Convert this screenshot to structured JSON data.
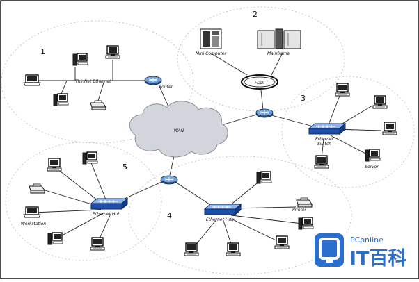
{
  "groups": [
    "1",
    "2",
    "3",
    "4",
    "5"
  ],
  "labels": {
    "thinnet": "ThinNet Ethernet",
    "router": "Router",
    "mini_computer": "Mini Computer",
    "mainframe": "Mainframe",
    "fddi": "FDDI",
    "wan": "WAN",
    "ethernet_switch_1": "Ethernet",
    "ethernet_switch_2": "Switch",
    "server": "Server",
    "ethernet_hub_left": "Ethernet Hub",
    "ethernet_hub_right": "Ethernet Hub",
    "workstation": "Workstation",
    "printer": "Printer"
  },
  "watermark": {
    "brand_small": "PConline",
    "brand_large": "IT百科"
  },
  "colors": {
    "accent_blue": "#1e5fb5",
    "router_blue": "#5b8fd6",
    "watermark_blue": "#2a6fce",
    "dashed_circle": "#c8c8c8"
  }
}
